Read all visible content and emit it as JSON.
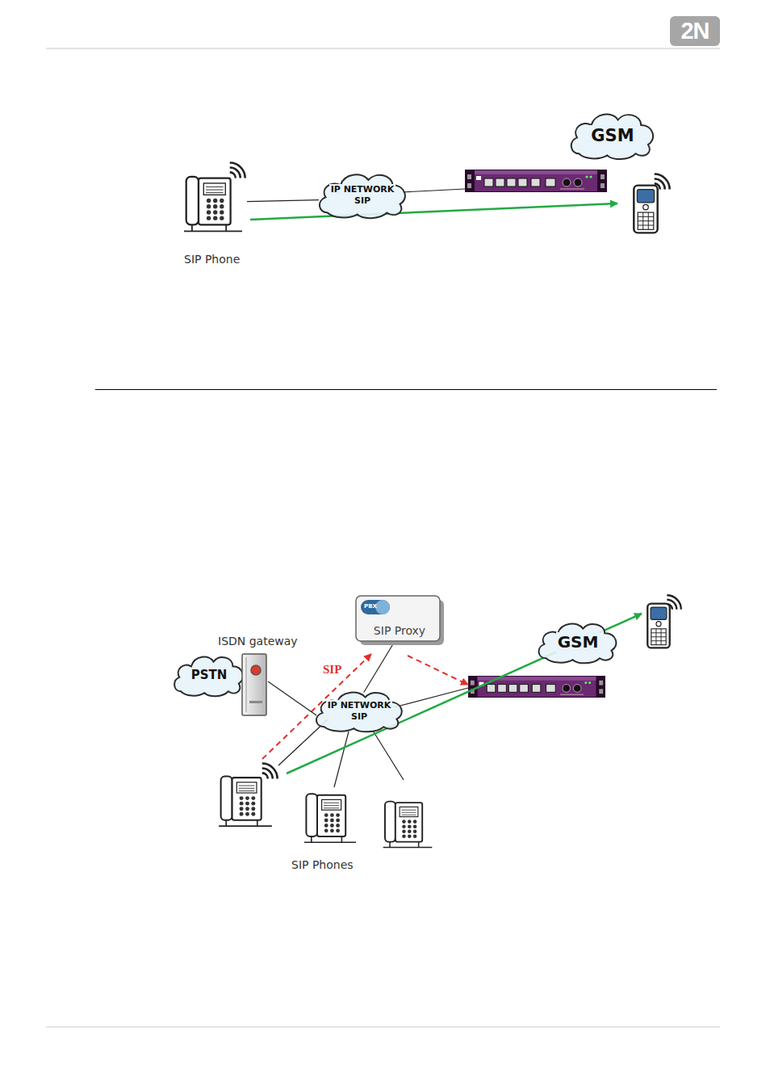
{
  "diagram": {
    "nodes": [
      {
        "text": [
          "2N"
        ]
      },
      {
        "text": [
          "SIP Phone"
        ]
      },
      {
        "text": [
          "IP NETWORK",
          "SIP"
        ]
      },
      {
        "text": [
          "GSM"
        ]
      },
      {
        "text": [
          "PBX",
          "SIP Proxy"
        ]
      },
      {
        "text": [
          "PSTN"
        ]
      },
      {
        "text": [
          "ISDN gateway"
        ]
      },
      {
        "text": [
          "IP NETWORK",
          "SIP"
        ]
      },
      {
        "text": [
          "GSM"
        ]
      }
    ],
    "edges": [
      {
        "from": 1,
        "to": 2,
        "arrow": "none"
      },
      {
        "from": 6,
        "to": 7,
        "arrow": "none"
      },
      {
        "from": 4,
        "to": 7,
        "arrow": "none"
      }
    ],
    "labels": [
      "SIP",
      "SIP Phones"
    ]
  }
}
